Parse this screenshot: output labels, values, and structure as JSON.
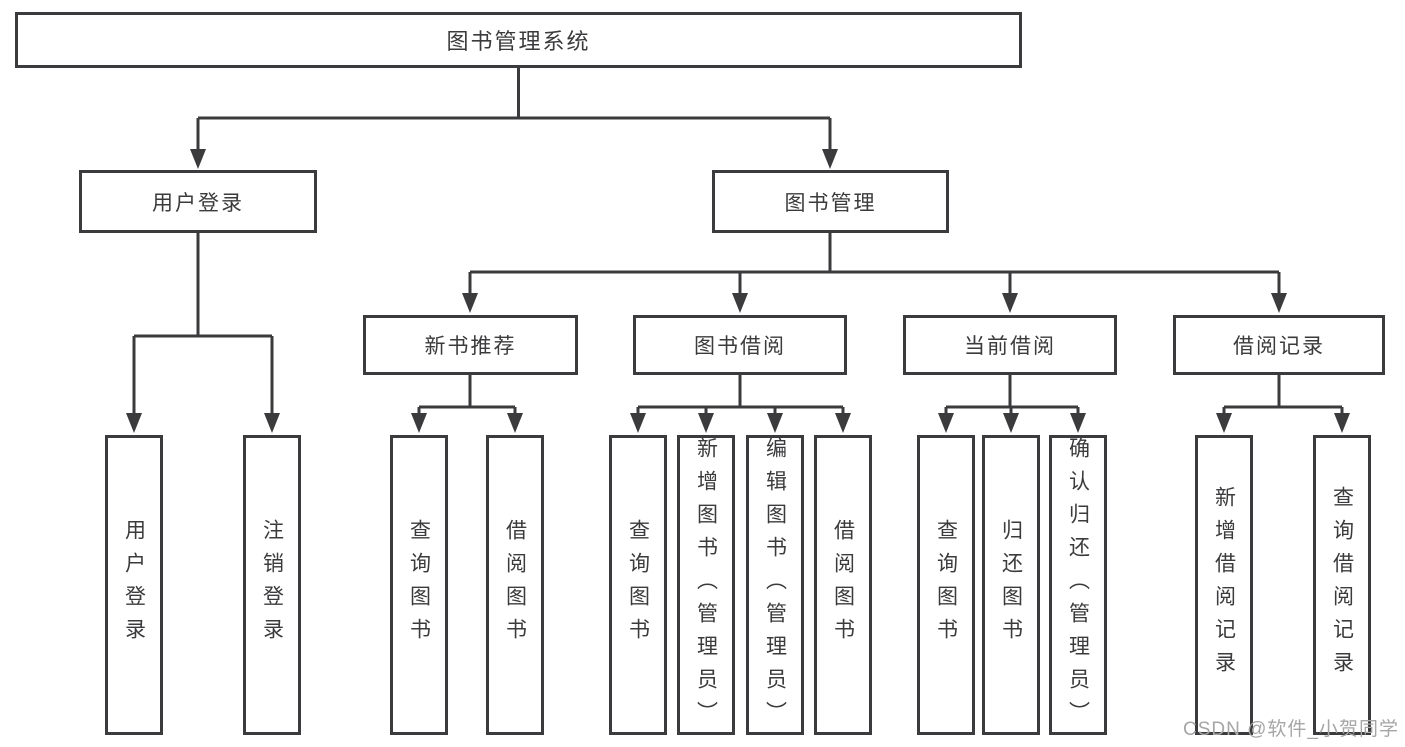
{
  "diagram": {
    "type": "tree",
    "title": "图书管理系统",
    "tree": {
      "label": "图书管理系统",
      "children": [
        {
          "label": "用户登录",
          "children": [
            {
              "label": "用户登录"
            },
            {
              "label": "注销登录"
            }
          ]
        },
        {
          "label": "图书管理",
          "children": [
            {
              "label": "新书推荐",
              "children": [
                {
                  "label": "查询图书"
                },
                {
                  "label": "借阅图书"
                }
              ]
            },
            {
              "label": "图书借阅",
              "children": [
                {
                  "label": "查询图书"
                },
                {
                  "label": "新增图书（管理员）"
                },
                {
                  "label": "编辑图书（管理员）"
                },
                {
                  "label": "借阅图书"
                }
              ]
            },
            {
              "label": "当前借阅",
              "children": [
                {
                  "label": "查询图书"
                },
                {
                  "label": "归还图书"
                },
                {
                  "label": "确认归还（管理员）"
                }
              ]
            },
            {
              "label": "借阅记录",
              "children": [
                {
                  "label": "新增借阅记录"
                },
                {
                  "label": "查询借阅记录"
                }
              ]
            }
          ]
        }
      ]
    },
    "watermark": "CSDN @软件_小贺同学",
    "colors": {
      "line": "#3b3b3d",
      "text": "#3b3b3d",
      "background": "#ffffff",
      "watermark": "#a6a6a6"
    }
  }
}
